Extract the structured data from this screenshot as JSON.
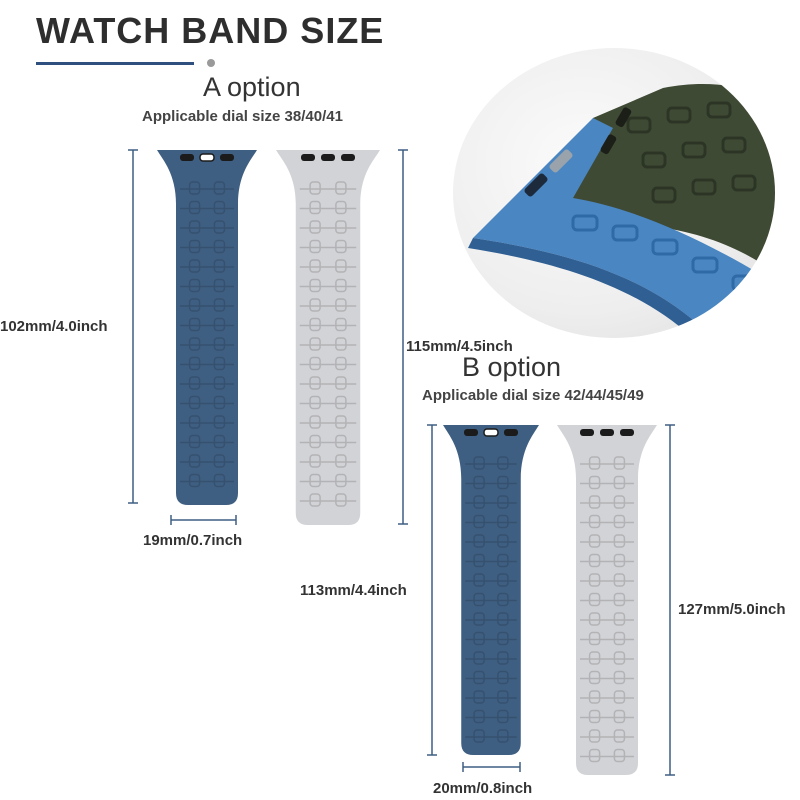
{
  "title": "WATCH BAND SIZE",
  "option_a": {
    "title": "A option",
    "subtitle": "Applicable dial size 38/40/41",
    "blue_length": "102mm/4.0inch",
    "grey_length": "115mm/4.5inch",
    "width": "19mm/0.7inch"
  },
  "option_b": {
    "title": "B option",
    "subtitle": "Applicable dial size 42/44/45/49",
    "blue_length": "113mm/4.4inch",
    "grey_length": "127mm/5.0inch",
    "width": "20mm/0.8inch"
  },
  "colors": {
    "blue_band": "#3f5f82",
    "grey_band": "#d2d3d6",
    "dimension_line": "#3f5f82",
    "closeup_blue": "#4a86c2",
    "closeup_green": "#3f4a34"
  }
}
